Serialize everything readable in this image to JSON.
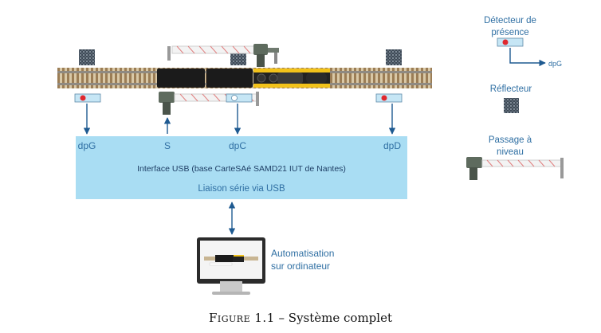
{
  "labels": {
    "dpG": "dpG",
    "S": "S",
    "dpC": "dpC",
    "dpD": "dpD"
  },
  "interface": {
    "title": "Interface USB (base CarteSAé SAMD21 IUT de Nantes)",
    "subtitle": "Liaison série via USB"
  },
  "computer": {
    "label_line1": "Automatisation",
    "label_line2": "sur ordinateur"
  },
  "legend": {
    "detector_line1": "Détecteur de",
    "detector_line2": "présence",
    "detector_output": "dpG",
    "reflector": "Réflecteur",
    "crossing_line1": "Passage à",
    "crossing_line2": "niveau"
  },
  "caption": {
    "figure_word": "Figure 1.1",
    "separator": " – ",
    "text": "Système complet"
  },
  "colors": {
    "interface_fill": "#a9ddf3",
    "text_blue": "#2f6fa3",
    "arrow_blue": "#1e5a91",
    "detector_fill": "#c6e6f5",
    "detector_dot": "#e0282e",
    "train_body": "#1b1b1b",
    "locomotive_yellow": "#f2c21a",
    "rail_brown": "#bfa57e"
  }
}
